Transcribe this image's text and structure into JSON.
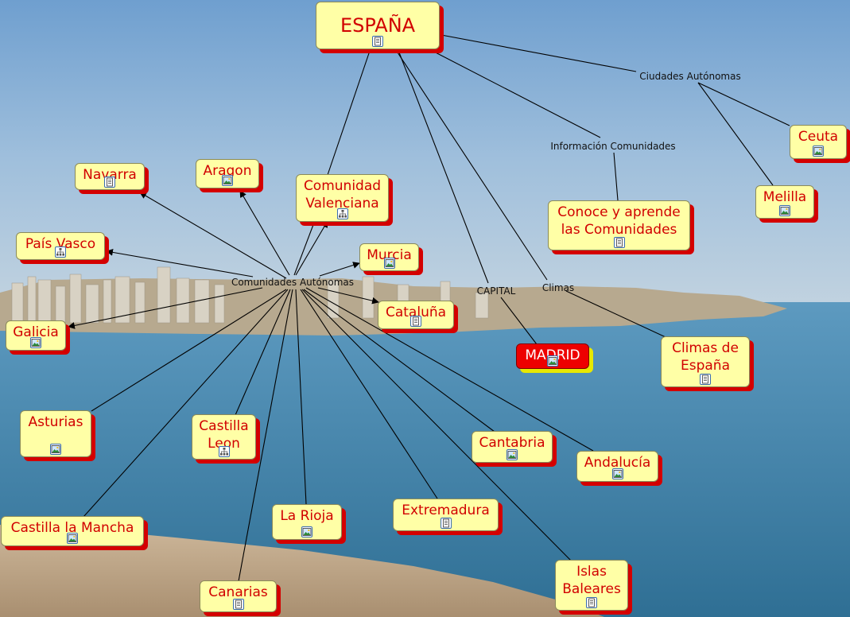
{
  "concept_map": {
    "root": {
      "id": "espana",
      "label": "ESPAÑA",
      "icon": "document-icon"
    },
    "capital": {
      "id": "madrid",
      "label": "MADRID",
      "icon": "image-icon"
    },
    "link_labels": {
      "ciudades": "Ciudades Autónomas",
      "informacion": "Información Comunidades",
      "comunidades": "Comunidades Autónomas",
      "capital": "CAPITAL",
      "climas": "Climas"
    },
    "nodes": {
      "navarra": {
        "label": "Navarra",
        "icon": "document-icon"
      },
      "aragon": {
        "label": "Aragon",
        "icon": "image-icon"
      },
      "valenciana": {
        "label": "Comunidad\nValenciana",
        "icon": "sitemap-icon"
      },
      "pais_vasco": {
        "label": "País Vasco",
        "icon": "sitemap-icon"
      },
      "murcia": {
        "label": "Murcia",
        "icon": "image-icon"
      },
      "galicia": {
        "label": "Galicia",
        "icon": "image-icon"
      },
      "cataluna": {
        "label": "Cataluña",
        "icon": "document-icon"
      },
      "asturias": {
        "label": "Asturias",
        "icon": "image-icon"
      },
      "castilla_leon": {
        "label": "Castilla\nLeon",
        "icon": "sitemap-icon"
      },
      "cantabria": {
        "label": "Cantabria",
        "icon": "image-icon"
      },
      "andalucia": {
        "label": "Andalucía",
        "icon": "image-icon"
      },
      "castilla_mancha": {
        "label": "Castilla la Mancha",
        "icon": "image-icon"
      },
      "la_rioja": {
        "label": "La Rioja",
        "icon": "image-icon"
      },
      "extremadura": {
        "label": "Extremadura",
        "icon": "document-icon"
      },
      "canarias": {
        "label": "Canarias",
        "icon": "document-icon"
      },
      "islas_baleares": {
        "label": "Islas\nBaleares",
        "icon": "document-icon"
      },
      "ceuta": {
        "label": "Ceuta",
        "icon": "image-icon"
      },
      "melilla": {
        "label": "Melilla",
        "icon": "image-icon"
      },
      "conoce": {
        "label": "Conoce y aprende\nlas Comunidades",
        "icon": "document-icon"
      },
      "climas_espana": {
        "label": "Climas de\nEspaña",
        "icon": "document-icon"
      }
    }
  }
}
